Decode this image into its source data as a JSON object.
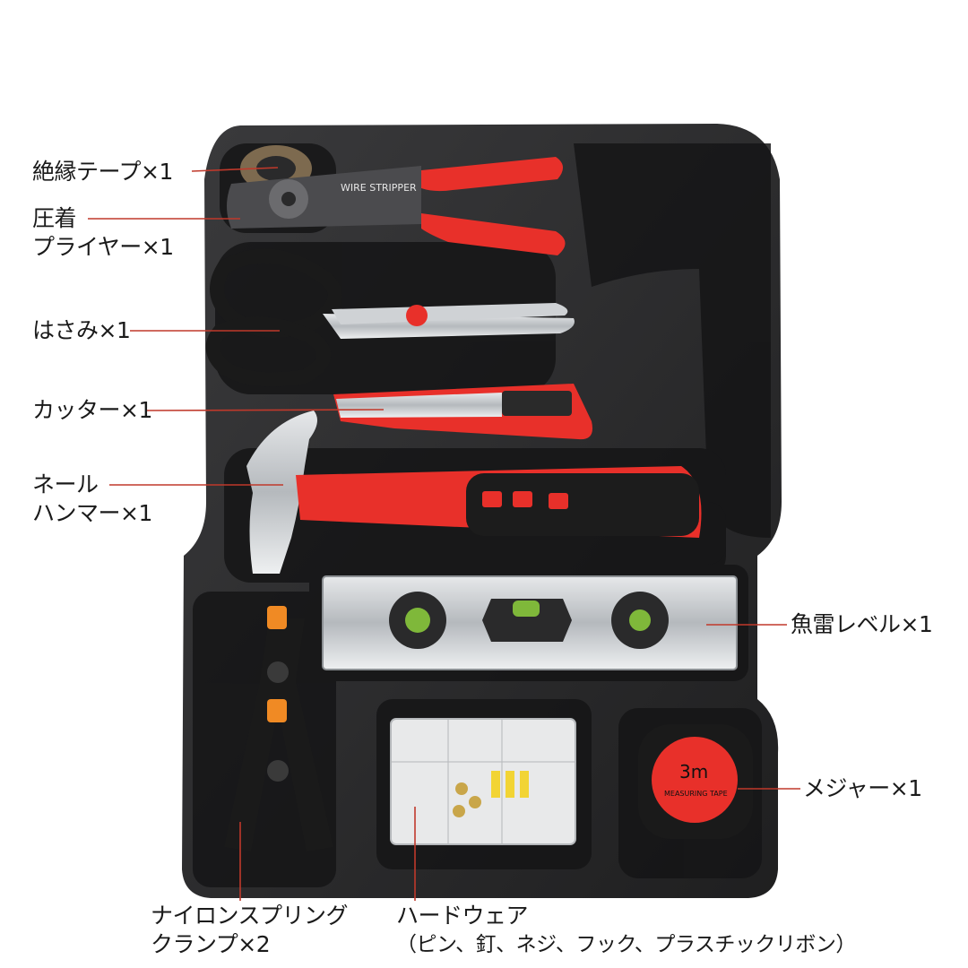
{
  "callouts": {
    "tape": "絶縁テープ×1",
    "crimp_line1": "圧着",
    "crimp_line2": "プライヤー×1",
    "scissors": "はさみ×1",
    "cutter": "カッター×1",
    "hammer_line1": "ネール",
    "hammer_line2": "ハンマー×1",
    "level": "魚雷レベル×1",
    "measure": "メジャー×1",
    "clamp_line1": "ナイロンスプリング",
    "clamp_line2": "クランプ×2",
    "hardware_line1": "ハードウェア",
    "hardware_line2": "（ピン、釘、ネジ、フック、プラスチックリボン）"
  },
  "tool_markings": {
    "stripper_text": "WIRE STRIPPER",
    "tape_size": "3m",
    "tape_text": "MEASURING TAPE"
  },
  "colors": {
    "tray": "#2a2a2b",
    "handle_red": "#e8302a",
    "callout_line": "#c0392b"
  }
}
